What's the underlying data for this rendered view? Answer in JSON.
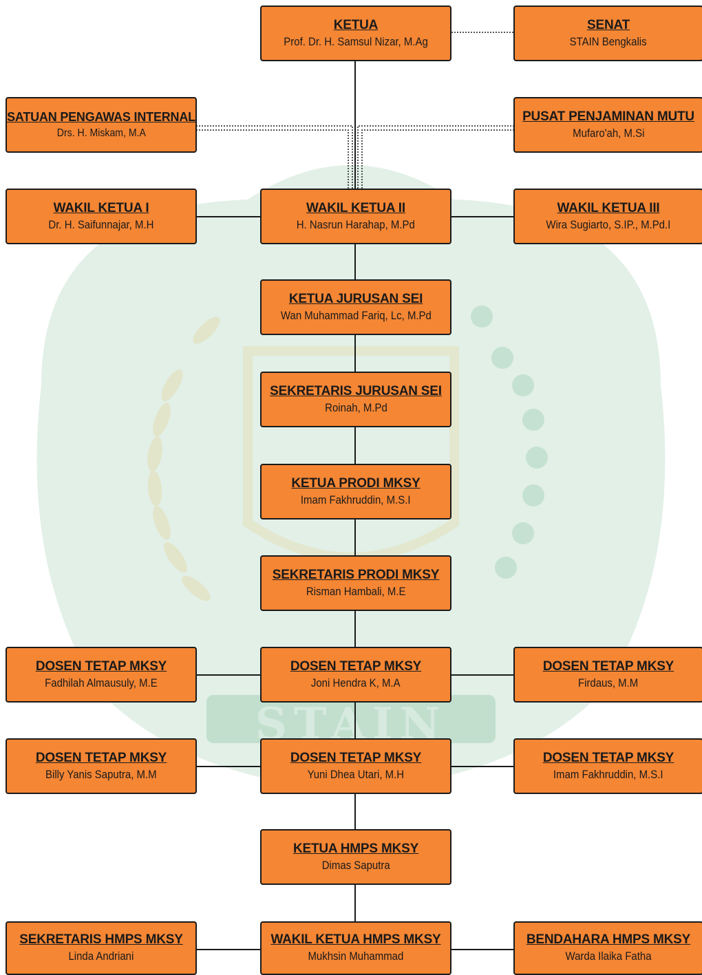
{
  "colors": {
    "box_fill": "#f58634",
    "box_border": "#1a1a1a",
    "line": "#1a1a1a",
    "watermark_green": "#1f8a4c",
    "watermark_gold": "#e8b84a"
  },
  "watermark": {
    "text": "STAIN"
  },
  "ketua": {
    "title": "KETUA",
    "name": "Prof. Dr. H. Samsul Nizar, M.Ag"
  },
  "senat": {
    "title": "SENAT",
    "name": "STAIN Bengkalis"
  },
  "spi": {
    "title": "SATUAN PENGAWAS INTERNAL",
    "name": "Drs. H. Miskam, M.A"
  },
  "ppm": {
    "title": "PUSAT PENJAMINAN MUTU",
    "name": "Mufaro'ah, M.Si"
  },
  "wakil1": {
    "title": "WAKIL KETUA I",
    "name": "Dr. H. Saifunnajar, M.H"
  },
  "wakil2": {
    "title": "WAKIL KETUA II",
    "name": "H. Nasrun Harahap, M.Pd"
  },
  "wakil3": {
    "title": "WAKIL KETUA III",
    "name": "Wira Sugiarto, S.IP., M.Pd.I"
  },
  "kajur": {
    "title": "KETUA JURUSAN SEI",
    "name": "Wan Muhammad Fariq, Lc, M.Pd"
  },
  "sekjur": {
    "title": "SEKRETARIS JURUSAN SEI",
    "name": "Roinah, M.Pd"
  },
  "kaprodi": {
    "title": "KETUA PRODI MKSY",
    "name": "Imam Fakhruddin, M.S.I"
  },
  "sekprodi": {
    "title": "SEKRETARIS PRODI MKSY",
    "name": "Risman Hambali, M.E"
  },
  "dosen": [
    {
      "title": "DOSEN TETAP MKSY",
      "name": "Fadhilah Almausuly, M.E"
    },
    {
      "title": "DOSEN TETAP MKSY",
      "name": "Joni Hendra K, M.A"
    },
    {
      "title": "DOSEN TETAP MKSY",
      "name": "Firdaus, M.M"
    },
    {
      "title": "DOSEN TETAP MKSY",
      "name": "Billy Yanis Saputra, M.M"
    },
    {
      "title": "DOSEN TETAP MKSY",
      "name": "Yuni Dhea Utari, M.H"
    },
    {
      "title": "DOSEN TETAP MKSY",
      "name": "Imam Fakhruddin, M.S.I"
    }
  ],
  "ketua_hmps": {
    "title": "KETUA HMPS MKSY",
    "name": "Dimas Saputra"
  },
  "sekretaris_hmps": {
    "title": "SEKRETARIS HMPS MKSY",
    "name": "Linda Andriani"
  },
  "wakil_hmps": {
    "title": "WAKIL KETUA HMPS MKSY",
    "name": "Mukhsin Muhammad"
  },
  "bendahara_hmps": {
    "title": "BENDAHARA HMPS MKSY",
    "name": "Warda Ilaika Fatha"
  }
}
